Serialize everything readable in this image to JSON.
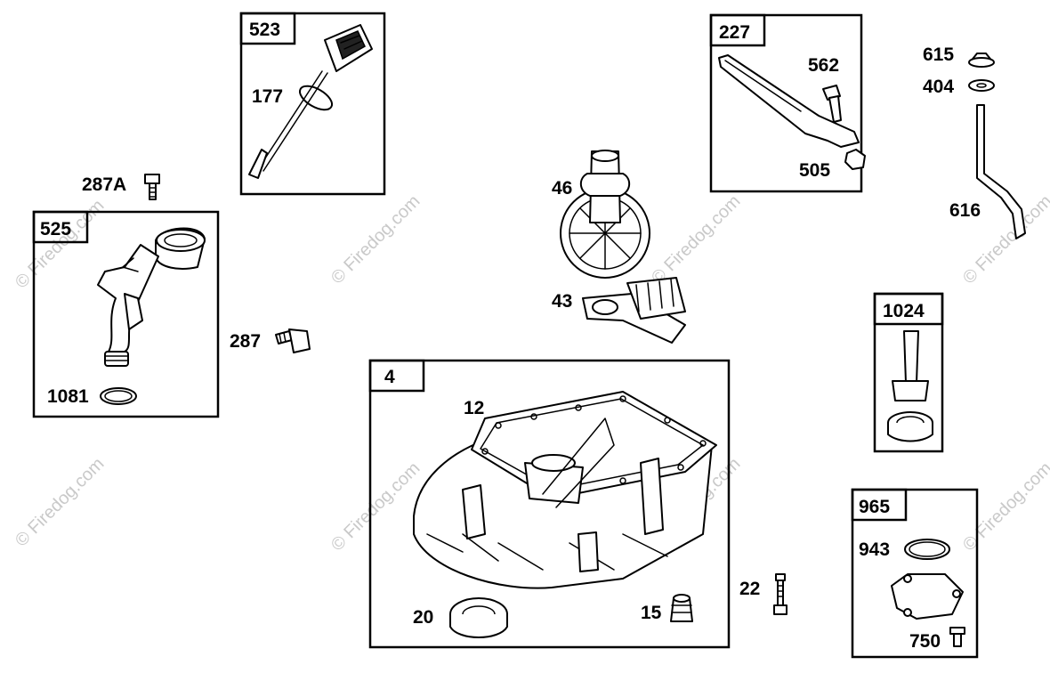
{
  "watermark": "© Firedog.com",
  "boxes": {
    "b523": "523",
    "b525": "525",
    "b4": "4",
    "b227": "227",
    "b1024": "1024",
    "b965": "965"
  },
  "labels": {
    "l177": "177",
    "l287A": "287A",
    "l1081": "1081",
    "l287": "287",
    "l46": "46",
    "l43": "43",
    "l12": "12",
    "l20": "20",
    "l15": "15",
    "l22": "22",
    "l562": "562",
    "l505": "505",
    "l615": "615",
    "l404": "404",
    "l616": "616",
    "l943": "943",
    "l750": "750"
  }
}
